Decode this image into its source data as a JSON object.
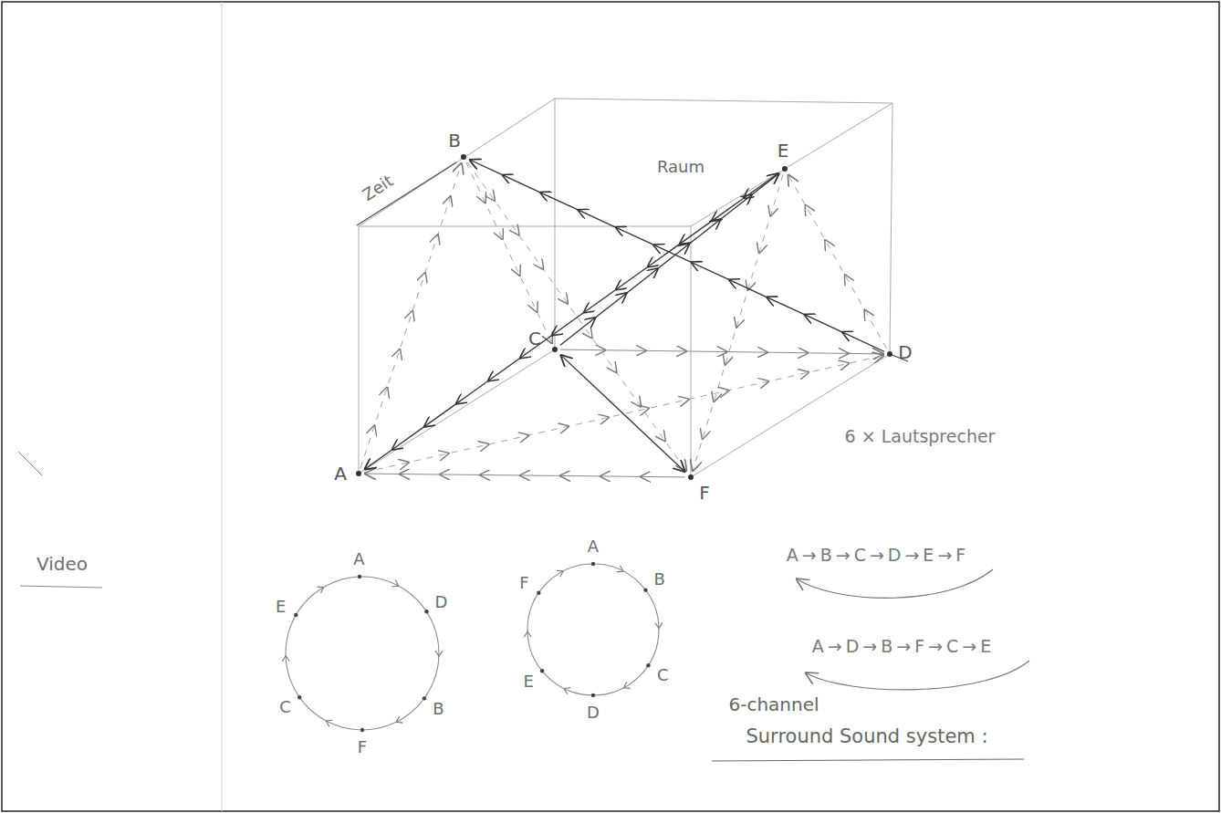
{
  "diagram": {
    "nodes": [
      {
        "text": [
          "A"
        ]
      },
      {
        "text": [
          "B"
        ]
      },
      {
        "text": [
          "C"
        ]
      },
      {
        "text": [
          "D"
        ]
      },
      {
        "text": [
          "E"
        ]
      },
      {
        "text": [
          "F"
        ]
      }
    ],
    "edges": [
      {
        "from": 0,
        "to": 1,
        "arrow": "to"
      },
      {
        "from": 1,
        "to": 2,
        "arrow": "to"
      },
      {
        "from": 2,
        "to": 3,
        "arrow": "to"
      },
      {
        "from": 3,
        "to": 4,
        "arrow": "to"
      },
      {
        "from": 4,
        "to": 5,
        "arrow": "to"
      },
      {
        "from": 5,
        "to": 0,
        "arrow": "to"
      },
      {
        "from": 0,
        "to": 3,
        "arrow": "to"
      },
      {
        "from": 3,
        "to": 1,
        "arrow": "to"
      },
      {
        "from": 1,
        "to": 5,
        "arrow": "to"
      },
      {
        "from": 5,
        "to": 2,
        "arrow": "both"
      },
      {
        "from": 2,
        "to": 4,
        "arrow": "to"
      },
      {
        "from": 4,
        "to": 0,
        "arrow": "to"
      }
    ],
    "labels": [
      "Zeit",
      "Raum",
      "6 × Lautsprecher",
      "Video",
      "A",
      "D",
      "B",
      "F",
      "C",
      "E",
      "A",
      "B",
      "C",
      "D",
      "E",
      "F",
      "A→B→C→D→E→F",
      "A→D→B→F→C→E",
      "6-channel",
      "Surround Sound system :"
    ]
  }
}
